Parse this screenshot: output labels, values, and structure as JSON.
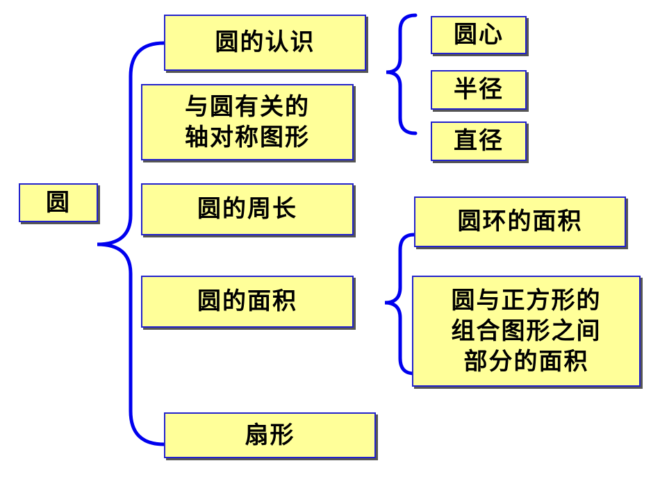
{
  "root": {
    "label": "圆"
  },
  "branches": [
    {
      "id": "recognition",
      "label": "圆的认识"
    },
    {
      "id": "symmetry",
      "label": "与圆有关的\n轴对称图形"
    },
    {
      "id": "circumference",
      "label": "圆的周长"
    },
    {
      "id": "area",
      "label": "圆的面积"
    },
    {
      "id": "sector",
      "label": "扇形"
    }
  ],
  "recognition_children": [
    {
      "label": "圆心"
    },
    {
      "label": "半径"
    },
    {
      "label": "直径"
    }
  ],
  "area_children": [
    {
      "label": "圆环的面积"
    },
    {
      "label": "圆与正方形的\n组合图形之间\n部分的面积"
    }
  ],
  "colors": {
    "box_fill": "#ffff99",
    "box_border": "#2222cc",
    "brace": "#0000ee"
  }
}
